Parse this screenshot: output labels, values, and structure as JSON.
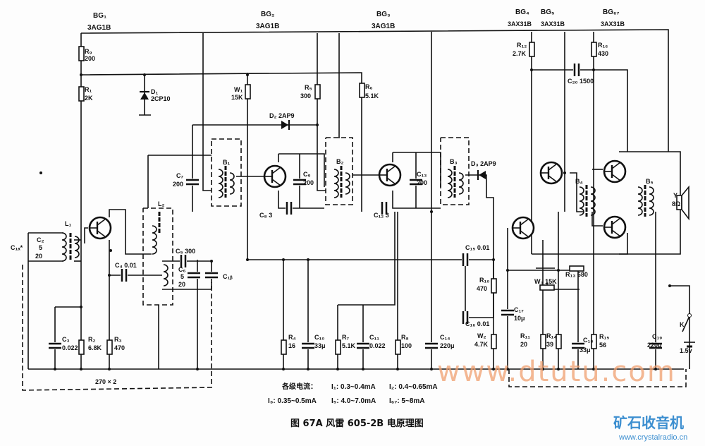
{
  "title": "图  67A  风雷 605-2B 电原理图",
  "currents": {
    "heading": "各级电流：",
    "i1": "I₁: 0.3~0.4mA",
    "i2": "I₂: 0.4~0.65mA",
    "i3": "I₃: 0.35~0.5mA",
    "i5": "I₅: 4.0~7.0mA",
    "i67": "I₆₇: 5~8mA"
  },
  "transistors": {
    "bg1": "BG₁",
    "bg1_type": "3AG1B",
    "bg2": "BG₂",
    "bg2_type": "3AG1B",
    "bg3": "BG₃",
    "bg3_type": "3AG1B",
    "bg4": "BG₄",
    "bg4_type": "3AX31B",
    "bg5": "BG₅",
    "bg5_type": "3AX31B",
    "bg67": "BG₆₇",
    "bg67_type": "3AX31B"
  },
  "components": {
    "r9": "R₉",
    "r9_v": "200",
    "r1": "R₁",
    "r1_v": "2K",
    "d1": "D₁",
    "d1_v": "2CP10",
    "w1": "W₁",
    "w1_v": "15K",
    "r5": "R₅",
    "r5_v": "300",
    "r6": "R₆",
    "r6_v": "5.1K",
    "d2": "D₂ 2AP9",
    "d3": "D₃ 2AP9",
    "r12": "R₁₂",
    "r12_v": "2.7K",
    "r16": "R₁₆",
    "r16_v": "430",
    "c20": "C₂₀ 1500",
    "c7": "C₇",
    "c7_v": "200",
    "b1": "B₁",
    "c9": "C₉",
    "c9_v": "200",
    "b2": "B₂",
    "c13": "C₁₃",
    "c13_v": "200",
    "b3": "B₃",
    "b4": "B₄",
    "b5": "B₅",
    "y": "Y",
    "y_v": "8Ω",
    "c8": "C₈ 3",
    "c12": "C₁₂ 3",
    "l1": "L₁",
    "l2": "L₂",
    "c1": "C₁ₐ*",
    "c2": "C₂",
    "c2_v1": "5",
    "c2_v2": "20",
    "c4": "C₄ 0.01",
    "c5": "C₅ 300",
    "c6": "C₆",
    "c6_v1": "5",
    "c6_v2": "20",
    "c1b": "C₁ᵦ",
    "c15": "C₁₅ 0.01",
    "c16": "C₁₆ 0.01",
    "r13": "R₁₃ 680",
    "r10": "R₁₀",
    "r10_v": "470",
    "w3": "W₃ 15K",
    "c17": "C₁₇",
    "c17_v": "10μ",
    "c3": "C₃",
    "c3_v": "0.022",
    "r2": "R₂",
    "r2_v": "6.8K",
    "r3": "R₃",
    "r3_v": "470",
    "r4": "R₄",
    "r4_v": "16",
    "c10": "C₁₀",
    "c10_v": "33μ",
    "r7": "R₇",
    "r7_v": "5.1K",
    "c11": "C₁₁",
    "c11_v": "0.022",
    "r8": "R₈",
    "r8_v": "100",
    "c14": "C₁₄",
    "c14_v": "220μ",
    "w2": "W₂",
    "w2_v": "4.7K",
    "r11": "R₁₁",
    "r11_v": "20",
    "r14": "R₁₄",
    "r14_v": "39",
    "c18": "C₁₈",
    "c18_v": "33μ",
    "r15": "R₁₅",
    "r15_v": "56",
    "c19": "C₁₉",
    "c19_v": "220μ",
    "k": "K",
    "batt": "1.5v",
    "gang": "270 × 2"
  },
  "watermark": {
    "site": "www.dtutu.com",
    "logo": "矿石收音机",
    "logo_url": "www.crystalradio.cn"
  }
}
